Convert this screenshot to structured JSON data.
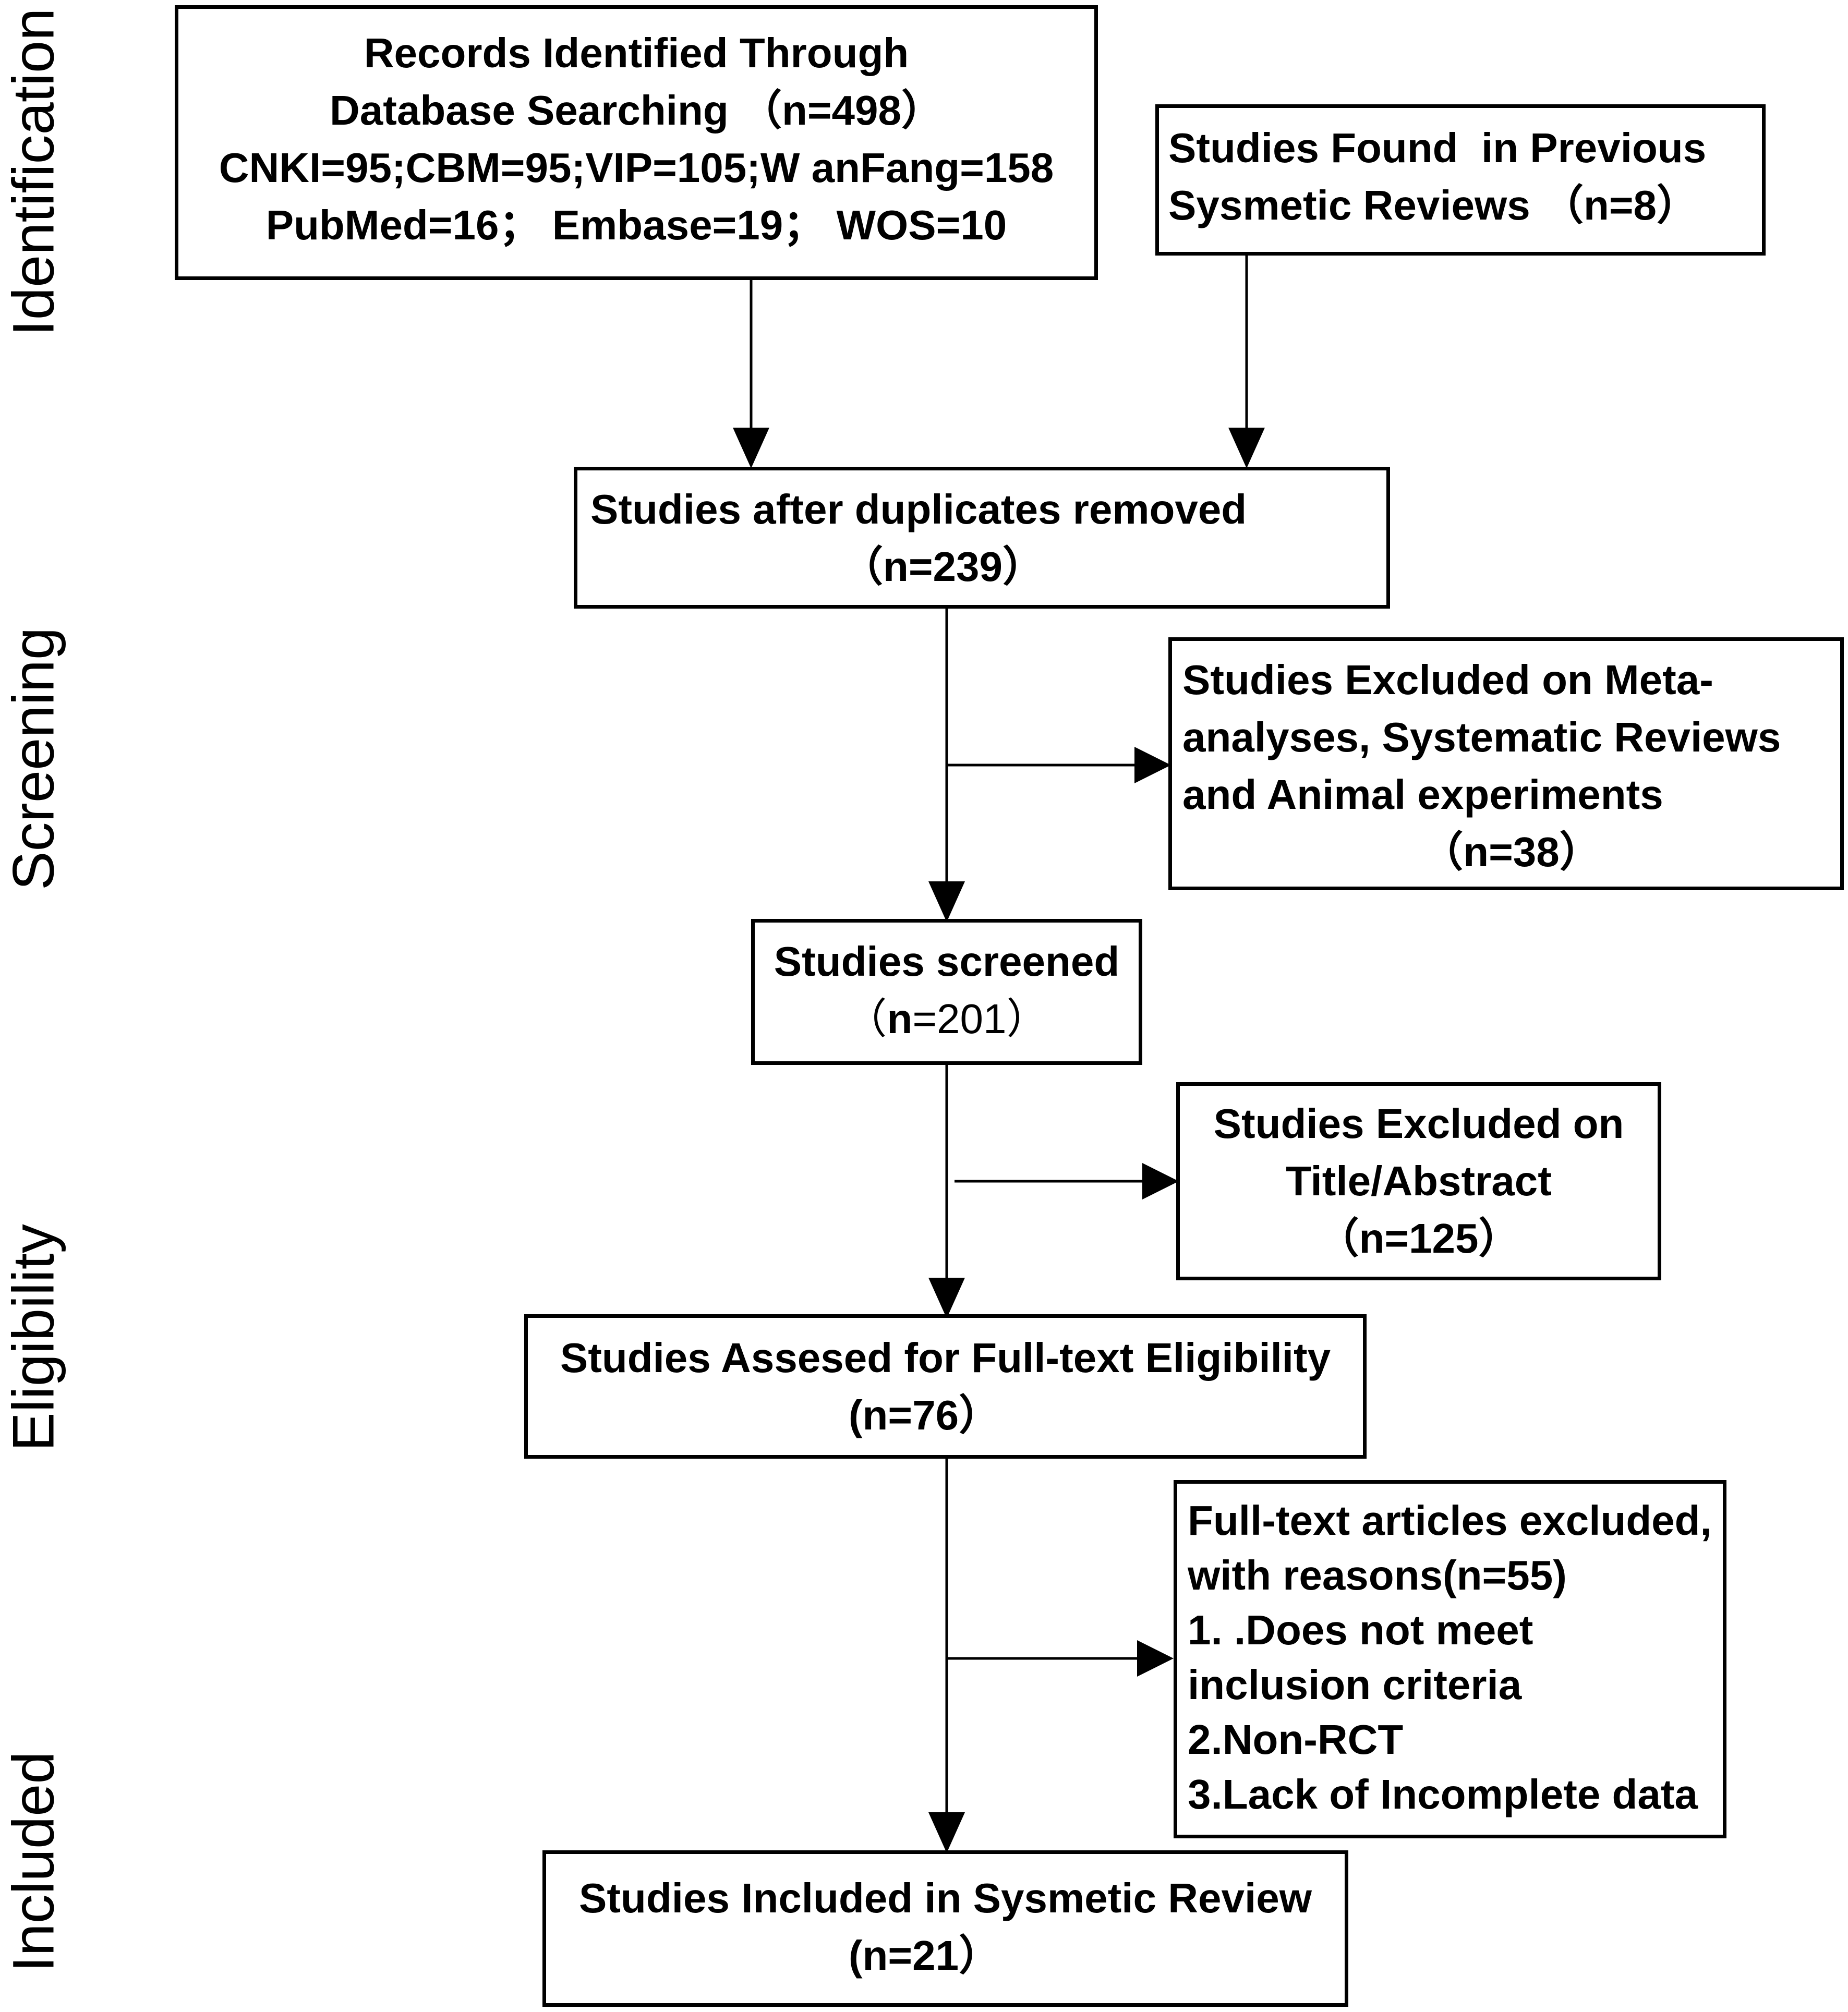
{
  "stages": [
    "Identification",
    "Screening",
    "Eligibility",
    "Included"
  ],
  "boxes": {
    "records_identified": {
      "lines": [
        "Records Identified Through",
        "Database Searching （n=498）",
        "CNKI=95;CBM=95;VIP=105;W anFang=158",
        "PubMed=16； Embase=19； WOS=10"
      ]
    },
    "previous_reviews": {
      "lines": [
        "Studies Found  in Previous",
        "Sysmetic Reviews （n=8）"
      ]
    },
    "after_duplicates": {
      "lines": [
        "Studies after duplicates removed",
        "（n=239）"
      ]
    },
    "excluded_meta": {
      "lines": [
        "Studies Excluded on Meta-",
        "analyses, Systematic Reviews",
        "and Animal experiments",
        "（n=38）"
      ]
    },
    "screened": {
      "title": "Studies screened",
      "count_open": "（",
      "count_n": "n",
      "count_rest": "=201）"
    },
    "excluded_title": {
      "lines": [
        "Studies Excluded on",
        "Title/Abstract",
        "（n=125）"
      ]
    },
    "assessed": {
      "lines": [
        "Studies Assesed for Full-text Eligibility",
        "(n=76）"
      ]
    },
    "fulltext_excluded": {
      "lines": [
        "Full-text articles excluded,",
        "with reasons(n=55)",
        "1. .Does not meet",
        "inclusion criteria",
        "2.Non-RCT",
        "3.Lack of Incomplete data"
      ]
    },
    "included": {
      "lines": [
        "Studies Included in Sysmetic Review",
        "(n=21）"
      ]
    }
  }
}
